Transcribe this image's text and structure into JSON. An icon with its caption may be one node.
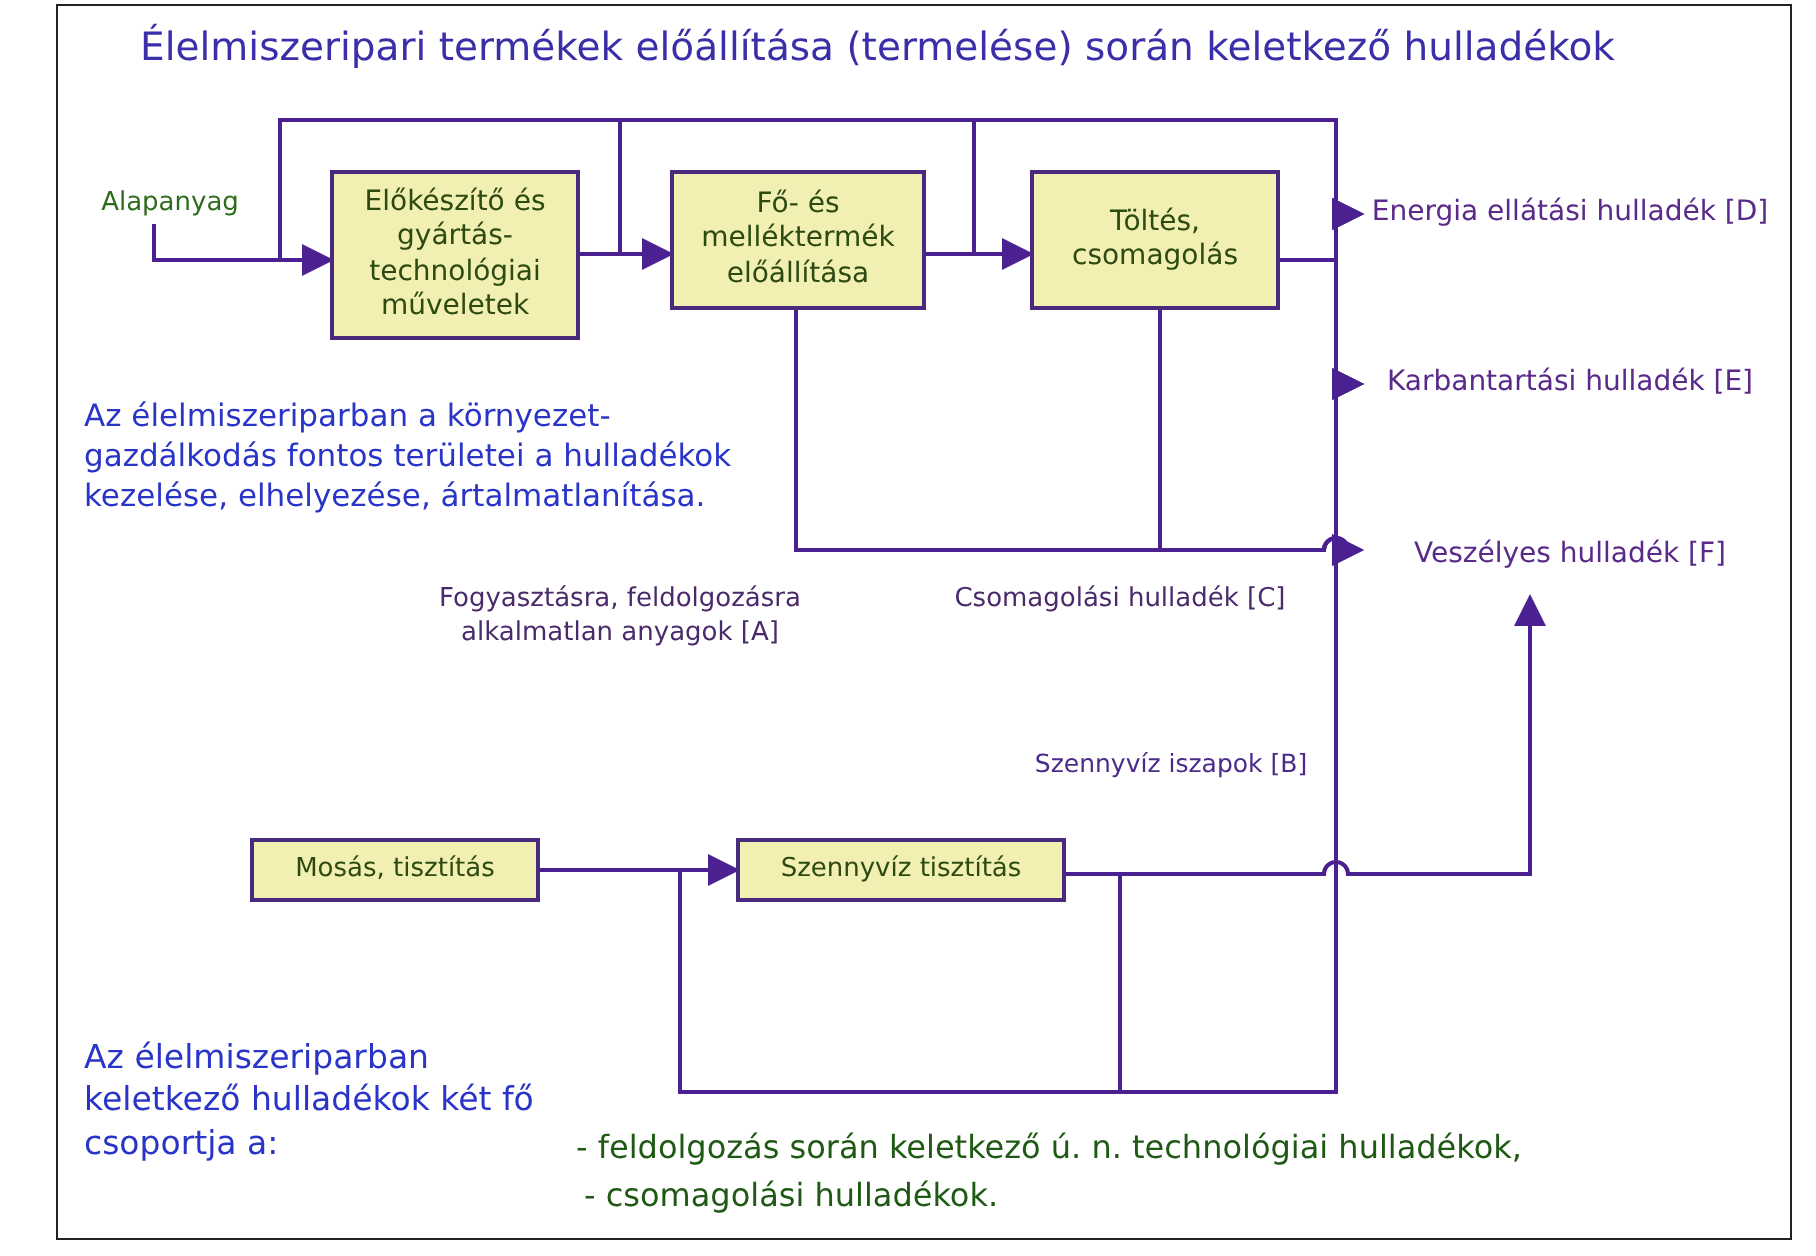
{
  "diagram": {
    "title": "Élelmiszeripari termékek előállítása (termelése) során keletkező hulladékok",
    "nodes": [
      {
        "text": [
          "Alapanyag"
        ]
      },
      {
        "text": [
          "Előkészítő és gyártás- technológiai műveletek"
        ]
      },
      {
        "text": [
          "Fő- és melléktermék előállítása"
        ]
      },
      {
        "text": [
          "Töltés, csomagolás"
        ]
      },
      {
        "text": [
          "Energia ellátási hulladék [D]"
        ]
      },
      {
        "text": [
          "Karbantartási hulladék [E]"
        ]
      },
      {
        "text": [
          "Veszélyes hulladék [F]"
        ]
      },
      {
        "text": [
          "Mosás, tisztítás"
        ]
      },
      {
        "text": [
          "Szennyvíz tisztítás"
        ]
      }
    ],
    "edges": [
      {
        "from": 0,
        "to": 1,
        "arrow": "to"
      },
      {
        "from": 1,
        "to": 2,
        "arrow": "to"
      },
      {
        "from": 2,
        "to": 3,
        "arrow": "to"
      },
      {
        "from": 3,
        "to": 4,
        "arrow": "to"
      },
      {
        "from": 3,
        "to": 5,
        "arrow": "to"
      },
      {
        "from": 0,
        "to": 4,
        "arrow": "to"
      },
      {
        "from": 1,
        "to": 4,
        "arrow": "to"
      },
      {
        "from": 2,
        "to": 4,
        "arrow": "to"
      },
      {
        "from": 2,
        "to": 6,
        "arrow": "to"
      },
      {
        "from": 3,
        "to": 6,
        "arrow": "to"
      },
      {
        "from": 7,
        "to": 8,
        "arrow": "to"
      },
      {
        "from": 8,
        "to": 6,
        "arrow": "to"
      },
      {
        "from": 7,
        "to": 5,
        "arrow": "to"
      },
      {
        "from": 8,
        "to": 5,
        "arrow": "to"
      }
    ],
    "labels": [
      "Az élelmiszeriparban a környezet-gazdálkodás fontos területei a hulladékok kezelése, elhelyezése, ártalmatlanítása.",
      "Fogyasztásra, feldolgozásra alkalmatlan anyagok [A]",
      "Csomagolási hulladék [C]",
      "Szennyvíz iszapok [B]",
      "Az élelmiszeriparban keletkező hulladékok két fő csoportja a:",
      "- feldolgozás során keletkező ú. n. technológiai hulladékok,",
      "- csomagolási hulladékok."
    ]
  }
}
